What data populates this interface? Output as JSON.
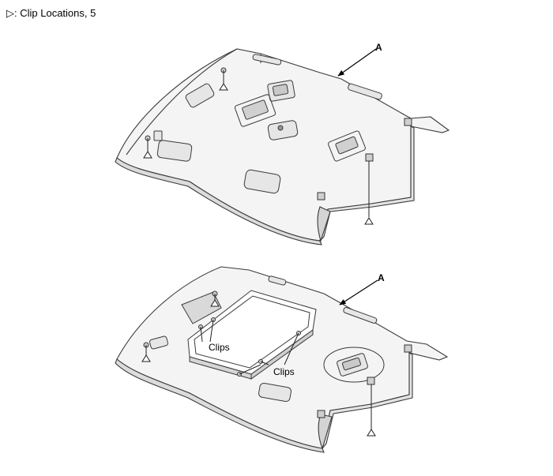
{
  "legend": {
    "symbol": "▷",
    "text": ": Clip Locations, 5"
  },
  "figures": [
    {
      "callout": "A",
      "clip_label_1": "",
      "clip_label_2": ""
    },
    {
      "callout": "A",
      "clip_label_1": "Clips",
      "clip_label_2": "Clips"
    }
  ],
  "colors": {
    "line": "#3a3a3a",
    "fill": "#f3f3f3",
    "shade": "#d9d9d9",
    "dark": "#5a5a5a"
  }
}
